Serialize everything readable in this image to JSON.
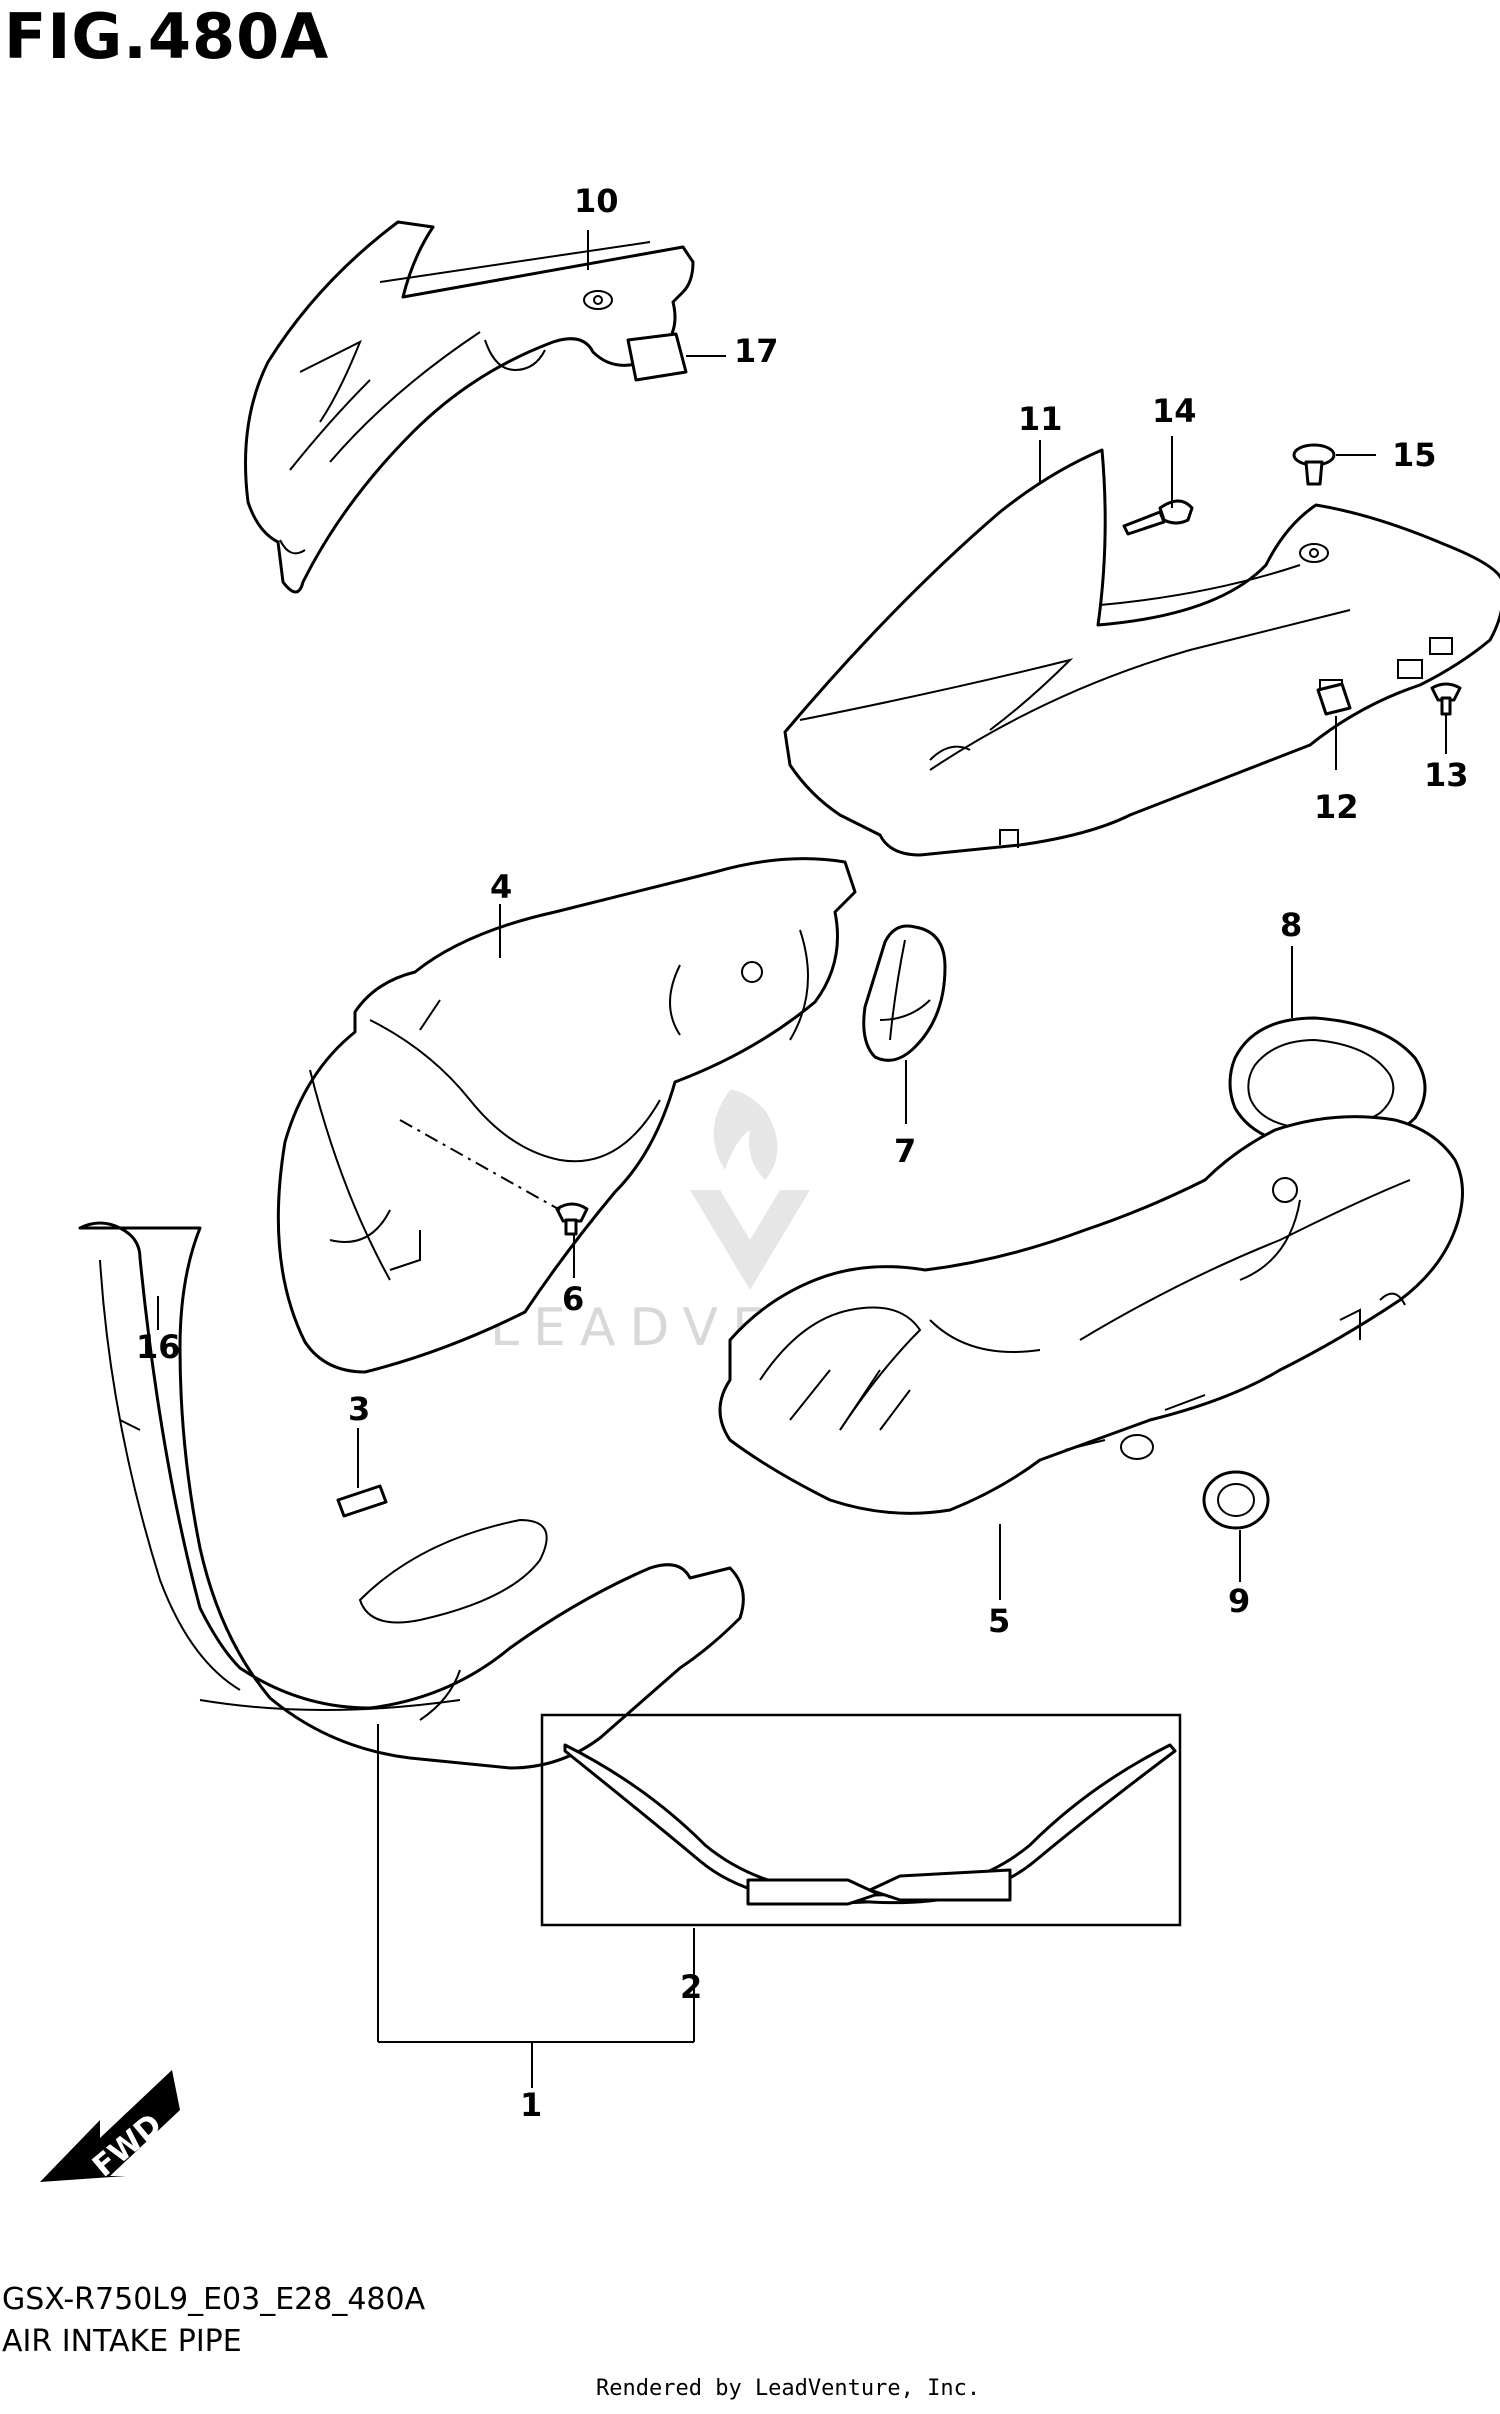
{
  "figure": {
    "title": "FIG.480A",
    "model_code": "GSX-R750L9_E03_E28_480A",
    "subtitle": "AIR INTAKE PIPE",
    "rendered_by": "Rendered by LeadVenture, Inc.",
    "watermark": "LEADVENTURE",
    "fwd_label": "FWD"
  },
  "callouts": [
    "1",
    "2",
    "3",
    "4",
    "5",
    "6",
    "7",
    "8",
    "9",
    "10",
    "11",
    "12",
    "13",
    "14",
    "15",
    "16",
    "17"
  ]
}
